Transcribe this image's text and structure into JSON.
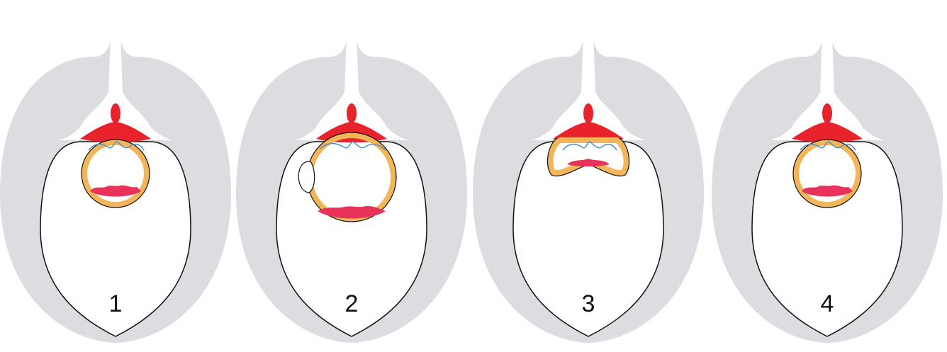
{
  "colors": {
    "background": "#ffffff",
    "outer_shell": "#dcdde0",
    "inner_cavity": "#ffffff",
    "outline": "#111111",
    "red_tissue": "#e8232b",
    "orange_ring": "#f3b55a",
    "pink_cells": "#e8325a",
    "blue_membrane": "#4a90c8"
  },
  "panels": [
    {
      "label": "1",
      "variant": "round-small"
    },
    {
      "label": "2",
      "variant": "round-large-with-bud"
    },
    {
      "label": "3",
      "variant": "collapsed"
    },
    {
      "label": "4",
      "variant": "round-small"
    }
  ]
}
